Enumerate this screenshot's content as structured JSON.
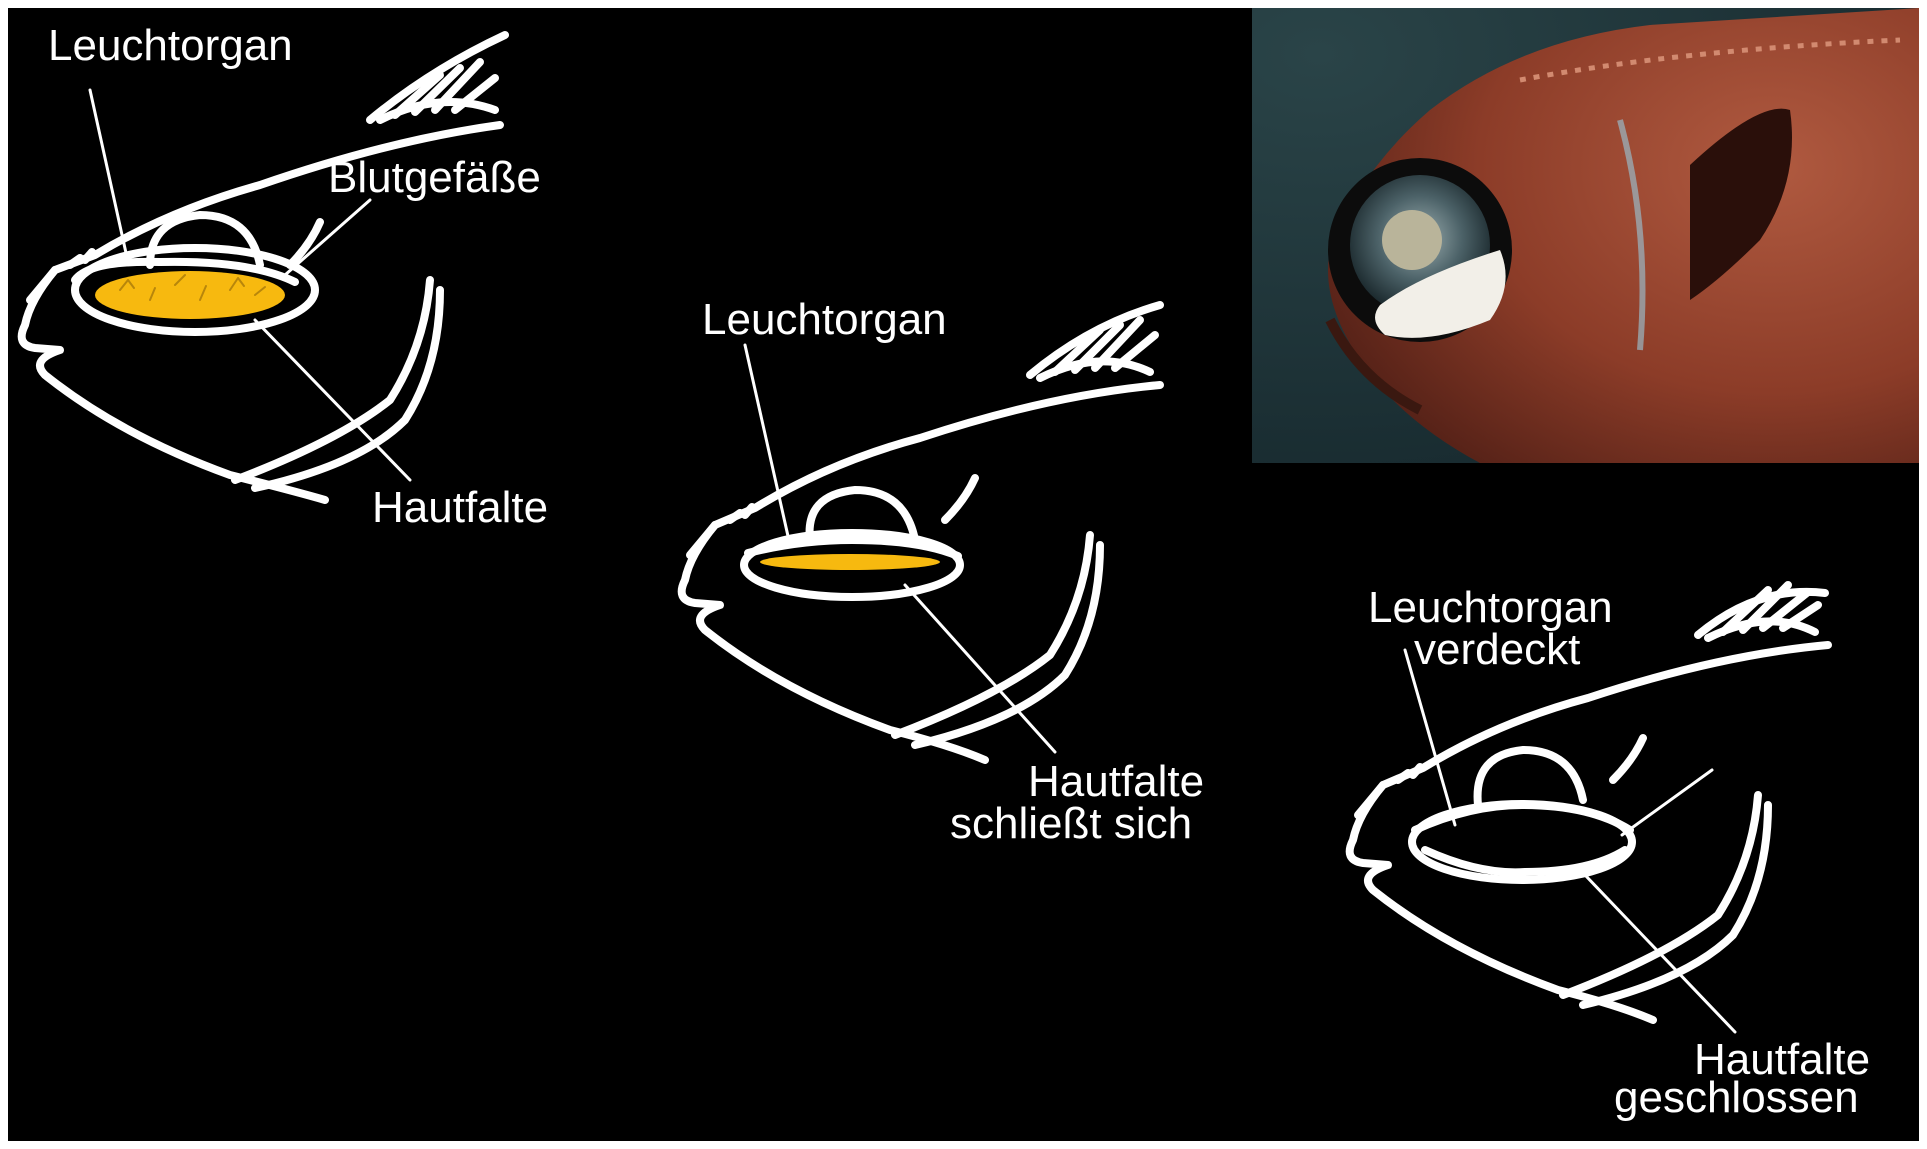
{
  "panel1": {
    "label_organ": "Leuchtorgan",
    "label_vessels": "Blutgefäße",
    "label_fold": "Hautfalte"
  },
  "panel2": {
    "label_organ": "Leuchtorgan",
    "label_fold_line1": "Hautfalte",
    "label_fold_line2": "schließt sich"
  },
  "panel3": {
    "label_organ_line1": "Leuchtorgan",
    "label_organ_line2": "verdeckt",
    "label_fold_line1": "Hautfalte",
    "label_fold_line2": "geschlossen"
  },
  "colors": {
    "background": "#000000",
    "outline": "#ffffff",
    "light_organ": "#f7b90f",
    "veins": "#b8860b",
    "photo_water": "#1f3438",
    "photo_fish": "#8c3c28"
  },
  "photo": {
    "subject": "flashlight fish head photograph"
  }
}
